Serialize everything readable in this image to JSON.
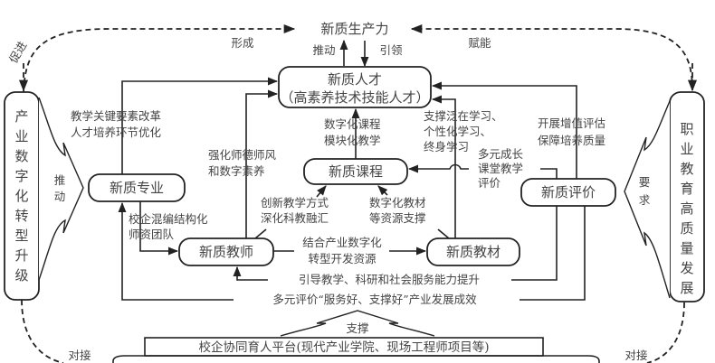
{
  "top": {
    "productivity": "新质生产力",
    "forms": "形成",
    "empowers": "赋能",
    "promotes": "促进",
    "drives": "推动",
    "leads": "引领"
  },
  "left_pillar": {
    "chars": [
      "产",
      "业",
      "数",
      "字",
      "化",
      "转",
      "型",
      "升",
      "级"
    ],
    "arrow_label": [
      "推",
      "动"
    ]
  },
  "right_pillar": {
    "chars": [
      "职",
      "业",
      "教",
      "育",
      "高",
      "质",
      "量",
      "发",
      "展"
    ],
    "arrow_label": [
      "要",
      "求"
    ]
  },
  "nodes": {
    "talent": {
      "line1": "新质人才",
      "line2": "（高素养技术技能人才）"
    },
    "major": "新质专业",
    "course": "新质课程",
    "teacher": "新质教师",
    "material": "新质教材",
    "evaluation": "新质评价"
  },
  "labels": {
    "major_to_talent": [
      "教学关键要素改革",
      "人才培养环节优化"
    ],
    "teacher_to_talent": [
      "强化师德师风",
      "和数字素养"
    ],
    "course_to_talent": [
      "数字化课程",
      "模块化教学"
    ],
    "material_to_talent": [
      "支撑泛在学习、",
      "个性化学习、",
      "终身学习"
    ],
    "evaluation_to_course": [
      "多元成长",
      "课堂教学",
      "评价"
    ],
    "evaluation_to_talent": [
      "开展增值评估",
      "保障培养质量"
    ],
    "major_to_teacher": [
      "校企混编结构化",
      "师资团队"
    ],
    "teacher_to_course": [
      "创新教学方式",
      "深化科教融汇"
    ],
    "material_to_course": [
      "数字化教材",
      "等资源支撑"
    ],
    "teacher_to_material": [
      "结合产业数字化",
      "转型开发资源"
    ],
    "evaluation_to_teacher": "引导教学、科研和社会服务能力提升",
    "evaluation_to_major": "多元评价“服务好、支撑好”产业发展成效"
  },
  "bottom": {
    "support": "支撑",
    "platform": "校企协同育人平台(现代产业学院、现场工程师项目等)",
    "dock_left": "对接",
    "dock_right": "对接"
  }
}
